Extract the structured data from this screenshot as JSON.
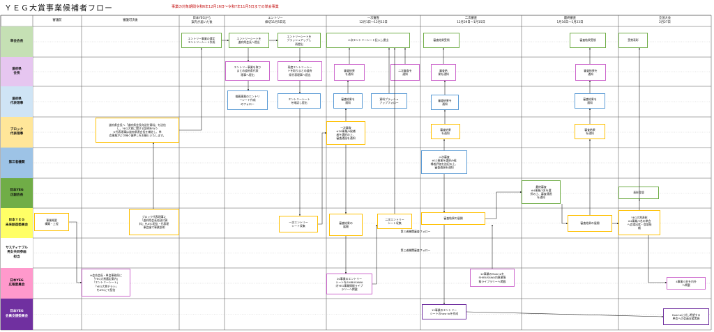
{
  "title": "ＹＥＧ大賞事業候補者フロー",
  "note": "事業の対象期間令和6年12月16日〜令和7年11月5日までの単会事業",
  "colors": {
    "lane_1": "#c5e0b4",
    "lane_2": "#e6c6f0",
    "lane_3": "#cfe4f5",
    "lane_4": "#ffe699",
    "lane_5": "#9dc3e6",
    "lane_6": "#70ad47",
    "lane_7": "#ffff66",
    "lane_8": "#ffffff",
    "lane_9": "#ff99cc",
    "lane_10": "#7030a0",
    "border_green": "#70ad47",
    "border_pink": "#cc66cc",
    "border_blue": "#5b9bd5",
    "border_yellow": "#ffc000",
    "border_purple": "#7030a0"
  },
  "columns": [
    {
      "label": "審議前"
    },
    {
      "label": "審議可決後"
    },
    {
      "label": "日本YEGから\n案内が届いた後"
    },
    {
      "label": "エントリー\n締切11月5日迄"
    },
    {
      "label": "一次審査\n12月1日〜12月13日"
    },
    {
      "label": "二次審査\n12月29日〜1月15日"
    },
    {
      "label": "最終審査\n1月16日〜1月23日"
    },
    {
      "label": "全国大会\n2月27日"
    }
  ],
  "lanes": [
    {
      "label": "単会会長"
    },
    {
      "label": "道府県\n会長"
    },
    {
      "label": "道府県\n代表理事"
    },
    {
      "label": "ブロック\n代表理事"
    },
    {
      "label": "第三者機関"
    },
    {
      "label": "日本YEG\n正副会長"
    },
    {
      "label": "日本ＹＥＧ\n未来創造委員会"
    },
    {
      "label": "サスティナブル\n男女共同参画\n担当"
    },
    {
      "label": "日本YEG\n広報委員会"
    },
    {
      "label": "日本YEG\n会員支援委員会"
    }
  ],
  "boxes": [
    {
      "id": "b1",
      "text": "エントリー事業の選定\nエントリーシート作成"
    },
    {
      "id": "b2",
      "text": "エントリーシートを\n道府県会長へ提出"
    },
    {
      "id": "b3",
      "text": "エントリーシートを\nブラッシュアップし\n再提出"
    },
    {
      "id": "b4",
      "text": "二次エントリーシート記入し提出"
    },
    {
      "id": "b5",
      "text": "審査結果受領"
    },
    {
      "id": "b6",
      "text": "審査結果受領"
    },
    {
      "id": "b7",
      "text": "受賞表彰"
    },
    {
      "id": "b8",
      "text": "エントリー事業を取り\nまとめ道府県代表\n理事へ提出"
    },
    {
      "id": "b9",
      "text": "再度エントリーシー\nトを取りまとめ道府\n県代表理事へ提出"
    },
    {
      "id": "b10",
      "text": "審査結果\nを通知"
    },
    {
      "id": "b11",
      "text": "二次審査を\n通知"
    },
    {
      "id": "b12",
      "text": "審査結\n果を通知"
    },
    {
      "id": "b13",
      "text": "審査結果を\n通知"
    },
    {
      "id": "b14",
      "text": "推薦事業のエントリ\nーシート作成\nのフォロー"
    },
    {
      "id": "b15",
      "text": "エントリーシート\nを確認し提出"
    },
    {
      "id": "b16",
      "text": "審査結果を\n通知"
    },
    {
      "id": "b17",
      "text": "資料ブラッシュ\nアップフォロー"
    },
    {
      "id": "b18",
      "text": "審査結果を\n通知"
    },
    {
      "id": "b19",
      "text": "審査結果を\n通知"
    },
    {
      "id": "b20",
      "text": "道府県会長へ「道府県会長宛送付資料」を送信\nし、YEG大賞に関する説明を行う\n※代表理事は道府県連会長を補佐し、単\n会事業がより輝く後押しをお願いいたします。"
    },
    {
      "id": "b21",
      "text": "一次審査\n※20事業/9候補\n者を選択の上、\n審査通過を通知"
    },
    {
      "id": "b22",
      "text": "審査結果\nを通知"
    },
    {
      "id": "b23",
      "text": "審査結果\nを通知"
    },
    {
      "id": "b24",
      "text": "二次審査\n※12事業を選択/9候\n補者評価を追記の上、\n審査通過を通知"
    },
    {
      "id": "b25",
      "text": "最終審査\n※4事業/3名を選\n択の上、審査通過\nを通知"
    },
    {
      "id": "b26",
      "text": "表彰登壇"
    },
    {
      "id": "b27",
      "text": "事業概要\n構築・上程"
    },
    {
      "id": "b28",
      "text": "ブロック代表理事に\n「道府県会長宛送付資\n料」をATC配信・代表理\n事会議で事業説明"
    },
    {
      "id": "b29",
      "text": "一次エントリー\nシート収集"
    },
    {
      "id": "b30",
      "text": "審査結果の\n展開"
    },
    {
      "id": "b31",
      "text": "二次エントリー\nシート収集"
    },
    {
      "id": "b32",
      "text": "審査結果の展開"
    },
    {
      "id": "b33",
      "text": "審査結果の展開"
    },
    {
      "id": "b34",
      "text": "YEG大賞表彰\n※4事業/3名の単会\nへ会場出席・登壇依\n頼"
    },
    {
      "id": "b35",
      "text": "第三者機関審査フォロー"
    },
    {
      "id": "b36",
      "text": "第三者機関審査フォロー"
    },
    {
      "id": "b37",
      "text": "※会合会長・単会事務局に\n「YEG大賞選定案内」\n「エントリーシート」\n「YEG大賞チラシ」\nをATCにて配信"
    },
    {
      "id": "b38",
      "text": "20事業のエントリー\nシートをSHIBUSAWA\n内YEG事業情報ライブ\nラリーへ掲載"
    },
    {
      "id": "b39",
      "text": "12事業のHow toを\nSHIBUSAWA内事業情\n報ライブラリーへ掲載"
    },
    {
      "id": "b40",
      "text": "4事業/3名を内外\nへ掲載"
    },
    {
      "id": "b41",
      "text": "12事業のエントリー\nシートのhow toを作成"
    },
    {
      "id": "b42",
      "text": "How toに対し希望する\n単会への会員支援実施"
    }
  ]
}
